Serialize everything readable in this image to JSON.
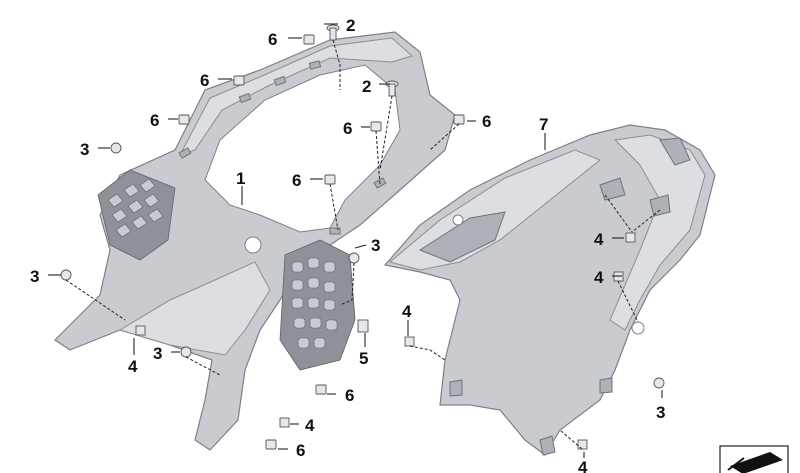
{
  "callouts": [
    {
      "label": "6"
    },
    {
      "label": "2"
    },
    {
      "label": "6"
    },
    {
      "label": "2"
    },
    {
      "label": "6"
    },
    {
      "label": "6"
    },
    {
      "label": "6"
    },
    {
      "label": "7"
    },
    {
      "label": "3"
    },
    {
      "label": "1"
    },
    {
      "label": "6"
    },
    {
      "label": "3"
    },
    {
      "label": "4"
    },
    {
      "label": "3"
    },
    {
      "label": "4"
    },
    {
      "label": "4"
    },
    {
      "label": "4"
    },
    {
      "label": "5"
    },
    {
      "label": "3"
    },
    {
      "label": "6"
    },
    {
      "label": "4"
    },
    {
      "label": "6"
    },
    {
      "label": "3"
    },
    {
      "label": "4"
    }
  ]
}
